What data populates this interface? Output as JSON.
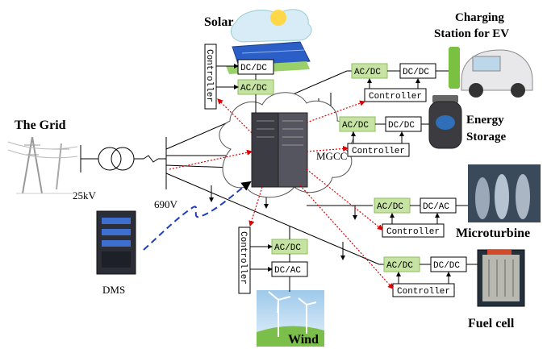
{
  "labels": {
    "solar": "Solar",
    "charging": "Charging",
    "station": "Station for EV",
    "energy": "Energy",
    "storage": "Storage",
    "grid": "The Grid",
    "kv": "25kV",
    "v690": "690V",
    "mgcc": "MGCC",
    "dms": "DMS",
    "microturbine": "Microturbine",
    "fuelcell": "Fuel cell",
    "wind": "Wind"
  },
  "boxes": {
    "dcdc": "DC/DC",
    "acdc": "AC/DC",
    "dcac": "DC/AC",
    "controller": "Controller"
  },
  "colors": {
    "converter_green": "#c6e3a3",
    "comm_red": "#e00000",
    "dms_link_blue": "#1f3fbf"
  }
}
